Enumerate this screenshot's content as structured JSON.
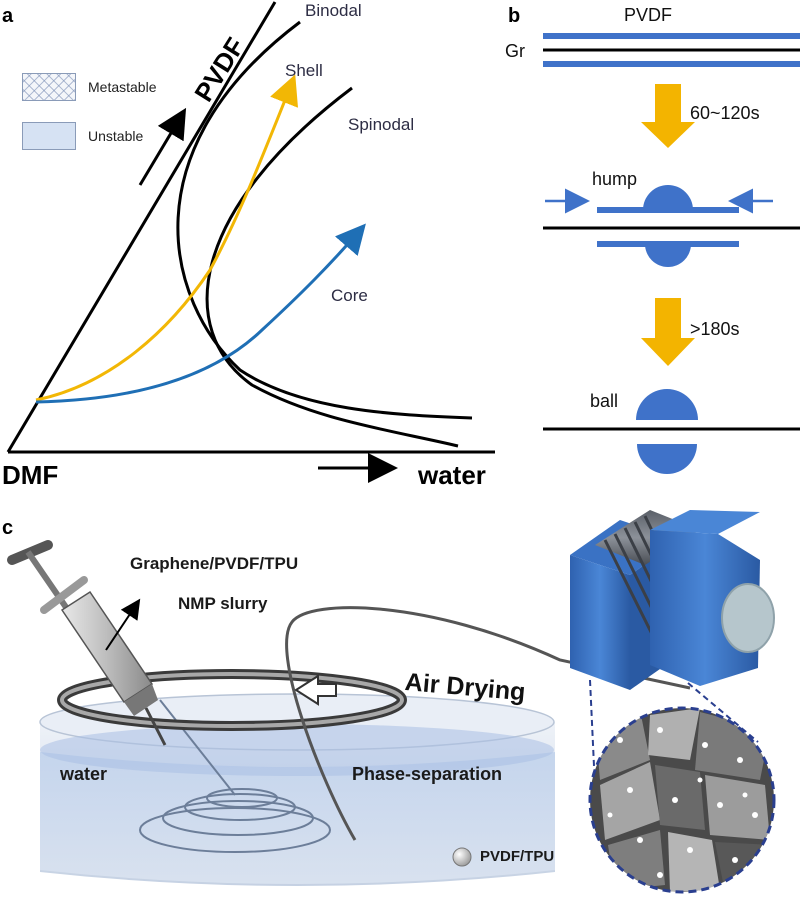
{
  "panel_a": {
    "panel_label": "a",
    "axis_left": "PVDF",
    "axis_origin": "DMF",
    "axis_right": "water",
    "legend": {
      "metastable": "Metastable",
      "unstable": "Unstable"
    },
    "curves": {
      "binodal": "Binodal",
      "spinodal": "Spinodal",
      "shell": "Shell",
      "core": "Core"
    },
    "colors": {
      "shell": "#f2b705",
      "core": "#1f6fb5",
      "line": "#000000"
    }
  },
  "panel_b": {
    "panel_label": "b",
    "top_label": "PVDF",
    "side_label": "Gr",
    "step1_time": "60~120s",
    "step2_time": ">180s",
    "hump_label": "hump",
    "ball_label": "ball",
    "colors": {
      "blue": "#3f72c9",
      "arrow": "#f3b400"
    }
  },
  "panel_c": {
    "panel_label": "c",
    "slurry_line1": "Graphene/PVDF/TPU",
    "slurry_line2": "NMP slurry",
    "drying_label": "Air Drying",
    "bath_label": "water",
    "phase_label": "Phase-separation",
    "legend_label": "PVDF/TPU",
    "colors": {
      "spool": "#3a72c4",
      "bath": "#c8d4e6"
    }
  }
}
